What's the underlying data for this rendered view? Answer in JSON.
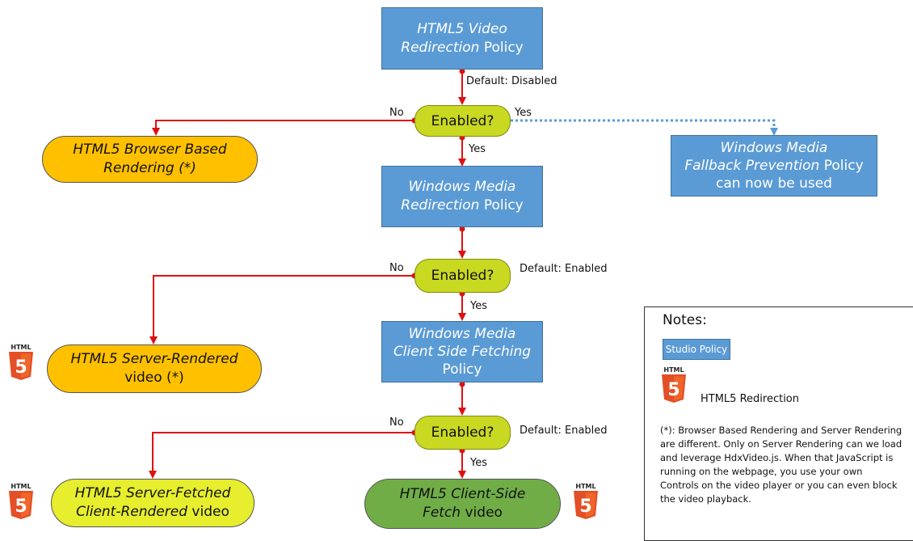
{
  "policy_boxes": {
    "html5_video": {
      "line1": "HTML5 Video",
      "line2_italic": "Redirection",
      "line2_rest": " Policy"
    },
    "windows_media_redirection": {
      "line1": "Windows Media",
      "line2_italic": "Redirection",
      "line2_rest": " Policy"
    },
    "client_side_fetching": {
      "line1": "Windows Media",
      "line2": "Client Side Fetching",
      "line3": "Policy"
    },
    "fallback_prevention": {
      "line1": "Windows Media",
      "line2_italic": "Fallback Prevention",
      "line2_rest": " Policy",
      "line3": "can now be used"
    }
  },
  "decisions": {
    "d1": "Enabled?",
    "d2": "Enabled?",
    "d3": "Enabled?"
  },
  "outcomes": {
    "browser_based": {
      "line1": "HTML5 Browser Based",
      "line2": "Rendering (*)"
    },
    "server_rendered": {
      "line1": "HTML5 Server-Rendered",
      "line2": "video (*)"
    },
    "server_fetched": {
      "line1": "HTML5 Server-Fetched",
      "line2_italic": "Client-Rendered",
      "line2_rest": " video"
    },
    "client_side_fetch": {
      "line1": "HTML5 Client-Side",
      "line2_italic": "Fetch",
      "line2_rest": " video"
    }
  },
  "labels": {
    "default_disabled": "Default: Disabled",
    "no1": "No",
    "yes1_right": "Yes",
    "yes1_down": "Yes",
    "no2": "No",
    "default_enabled_2": "Default: Enabled",
    "yes2": "Yes",
    "no3": "No",
    "default_enabled_3": "Default: Enabled",
    "yes3": "Yes"
  },
  "html5_logo_text": "HTML",
  "notes": {
    "title": "Notes:",
    "studio_policy": "Studio Policy",
    "html5_redirection": "HTML5 Redirection",
    "paragraph": "(*): Browser Based Rendering  and Server Rendering are different. Only on Server Rendering can we load and leverage HdxVideo.js. When that JavaScript is running on the webpage,  you use your own Controls on the video player or you can even block the video playback."
  },
  "colors": {
    "policy_box": "#5b9bd5",
    "decision": "#c9d821",
    "outcome_orange": "#ffc000",
    "outcome_yellow": "#e6ee2e",
    "outcome_green": "#70ad47",
    "arrow": "#e01010",
    "dotted_arrow": "#5b9bd5",
    "html5_logo": "#e34f26"
  }
}
